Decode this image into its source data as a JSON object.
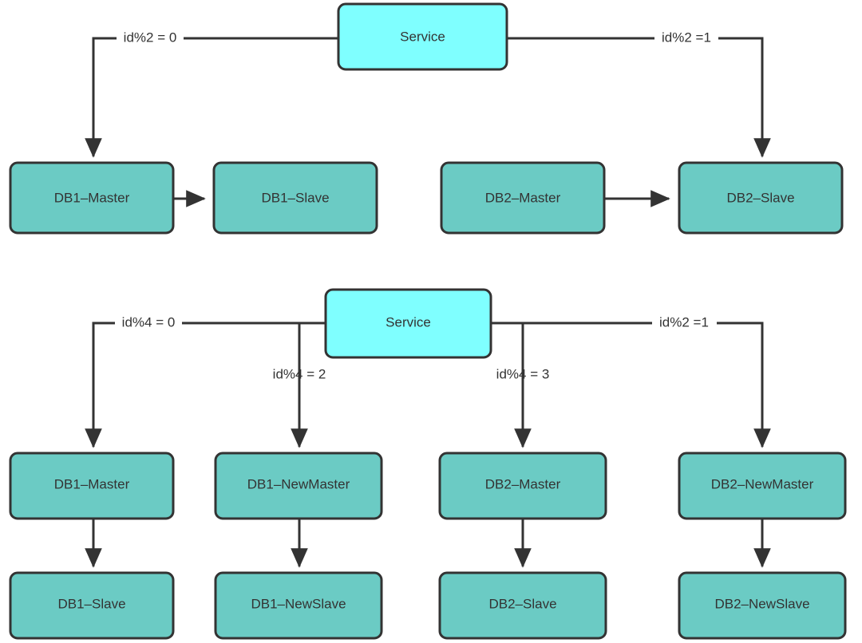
{
  "diagram": {
    "background_color": "#ffffff",
    "service_fill": "#7FFFFF",
    "db_fill": "#6BCBC4",
    "stroke_color": "#333333",
    "text_color": "#333333",
    "sections": [
      {
        "id": "before-resharding",
        "service": {
          "label": "Service"
        },
        "edges": [
          {
            "id": "top-left-branch",
            "label": "id%2 = 0"
          },
          {
            "id": "top-right-branch",
            "label": "id%2 =1"
          }
        ],
        "nodes": [
          {
            "id": "top-db1-master",
            "label": "DB1–Master"
          },
          {
            "id": "top-db1-slave",
            "label": "DB1–Slave"
          },
          {
            "id": "top-db2-master",
            "label": "DB2–Master"
          },
          {
            "id": "top-db2-slave",
            "label": "DB2–Slave"
          }
        ]
      },
      {
        "id": "after-resharding",
        "service": {
          "label": "Service"
        },
        "edges": [
          {
            "id": "bottom-branch-0",
            "label": "id%4 = 0"
          },
          {
            "id": "bottom-branch-2",
            "label": "id%4 = 2"
          },
          {
            "id": "bottom-branch-3",
            "label": "id%4 = 3"
          },
          {
            "id": "bottom-branch-1",
            "label": "id%2 =1"
          }
        ],
        "nodes": [
          {
            "id": "bot-db1-master",
            "label": "DB1–Master"
          },
          {
            "id": "bot-db1-newmaster",
            "label": "DB1–NewMaster"
          },
          {
            "id": "bot-db2-master",
            "label": "DB2–Master"
          },
          {
            "id": "bot-db2-newmaster",
            "label": "DB2–NewMaster"
          },
          {
            "id": "bot-db1-slave",
            "label": "DB1–Slave"
          },
          {
            "id": "bot-db1-newslave",
            "label": "DB1–NewSlave"
          },
          {
            "id": "bot-db2-slave",
            "label": "DB2–Slave"
          },
          {
            "id": "bot-db2-newslave",
            "label": "DB2–NewSlave"
          }
        ]
      }
    ]
  }
}
